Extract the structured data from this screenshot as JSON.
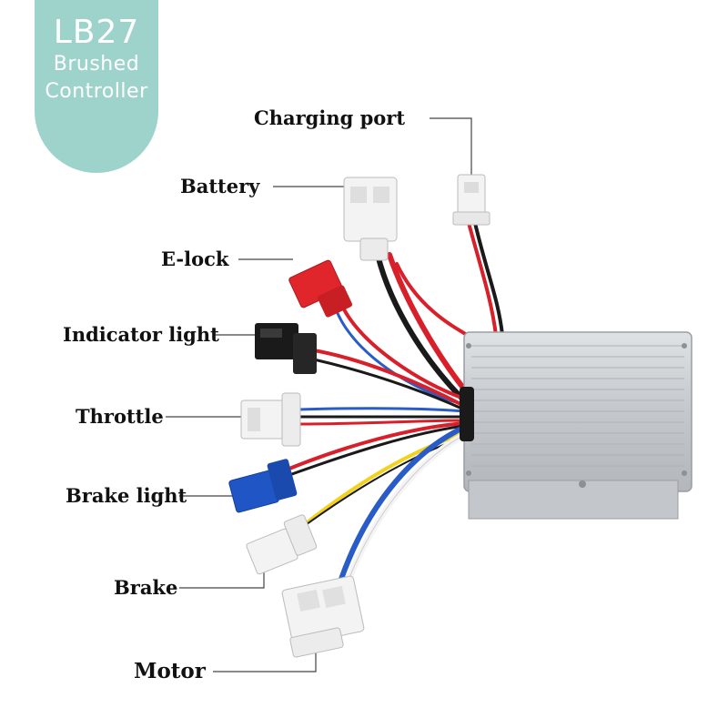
{
  "badge": {
    "model": "LB27",
    "line1": "Brushed",
    "line2": "Controller",
    "color": "#9ed3cc"
  },
  "labels": {
    "charging_port": "Charging port",
    "battery": "Battery",
    "e_lock": "E-lock",
    "indicator_light": "Indicator light",
    "throttle": "Throttle",
    "brake_light": "Brake light",
    "brake": "Brake",
    "motor": "Motor"
  },
  "colors": {
    "wire_red": "#d8202a",
    "wire_black": "#1a1a1a",
    "wire_blue": "#2a5cc8",
    "wire_yellow": "#f2d21c",
    "wire_white": "#f4f4f4",
    "connector_red": "#e0262b",
    "connector_blue": "#1f55c4",
    "connector_black": "#1a1a1a",
    "connector_white": "#f3f3f3",
    "housing": "#c9ccd0"
  }
}
